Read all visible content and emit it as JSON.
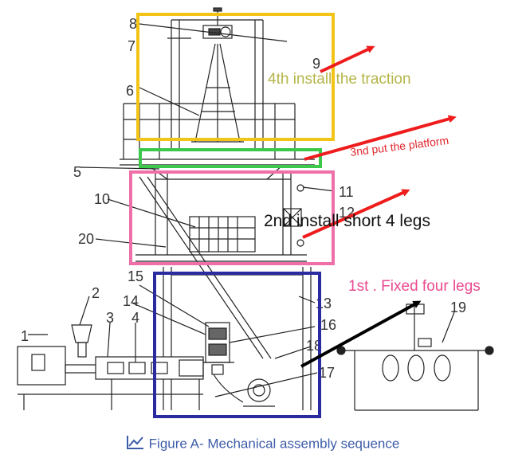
{
  "caption": "Figure A- Mechanical assembly sequence",
  "annotations": {
    "step1": "1st . Fixed four legs",
    "step2": "2nd install short 4 legs",
    "step3": "3nd put the platform",
    "step4": "4th install the traction"
  },
  "part_numbers": [
    "1",
    "2",
    "3",
    "4",
    "5",
    "6",
    "7",
    "8",
    "9",
    "10",
    "11",
    "12",
    "13",
    "14",
    "15",
    "16",
    "17",
    "18",
    "19",
    "20"
  ],
  "colors": {
    "step1_box": "#2b2ba0",
    "step2_box": "#ef6fa8",
    "step3_box": "#3cc84a",
    "step4_box": "#f2c418",
    "arrow_red": "#ee1c1c",
    "arrow_black": "#000000",
    "step1_text": "#e94b91",
    "step3_text": "#e0282e",
    "step4_text": "#b5b54a",
    "caption": "#3d5ca8"
  },
  "icons": {
    "caption_icon": "line-chart-icon"
  }
}
